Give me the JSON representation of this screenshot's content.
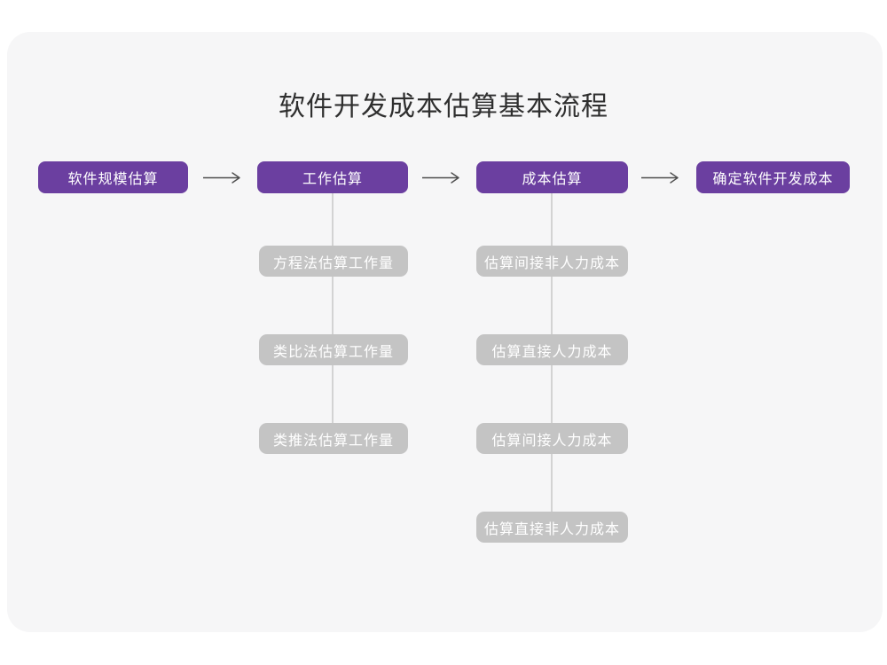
{
  "title": "软件开发成本估算基本流程",
  "colors": {
    "page_bg": "#ffffff",
    "card_bg": "#f6f6f7",
    "main_node_bg": "#6b3fa0",
    "sub_node_bg": "#c4c4c4",
    "node_text": "#ffffff",
    "title_text": "#2f2f2f",
    "arrow": "#4d4d4d",
    "connector_line": "#d3d3d3"
  },
  "flow": {
    "main_nodes": [
      {
        "label": "软件规模估算"
      },
      {
        "label": "工作估算"
      },
      {
        "label": "成本估算"
      },
      {
        "label": "确定软件开发成本"
      }
    ],
    "work_estimation_children": [
      {
        "label": "方程法估算工作量"
      },
      {
        "label": "类比法估算工作量"
      },
      {
        "label": "类推法估算工作量"
      }
    ],
    "cost_estimation_children": [
      {
        "label": "估算间接非人力成本"
      },
      {
        "label": "估算直接人力成本"
      },
      {
        "label": "估算间接人力成本"
      },
      {
        "label": "估算直接非人力成本"
      }
    ]
  }
}
